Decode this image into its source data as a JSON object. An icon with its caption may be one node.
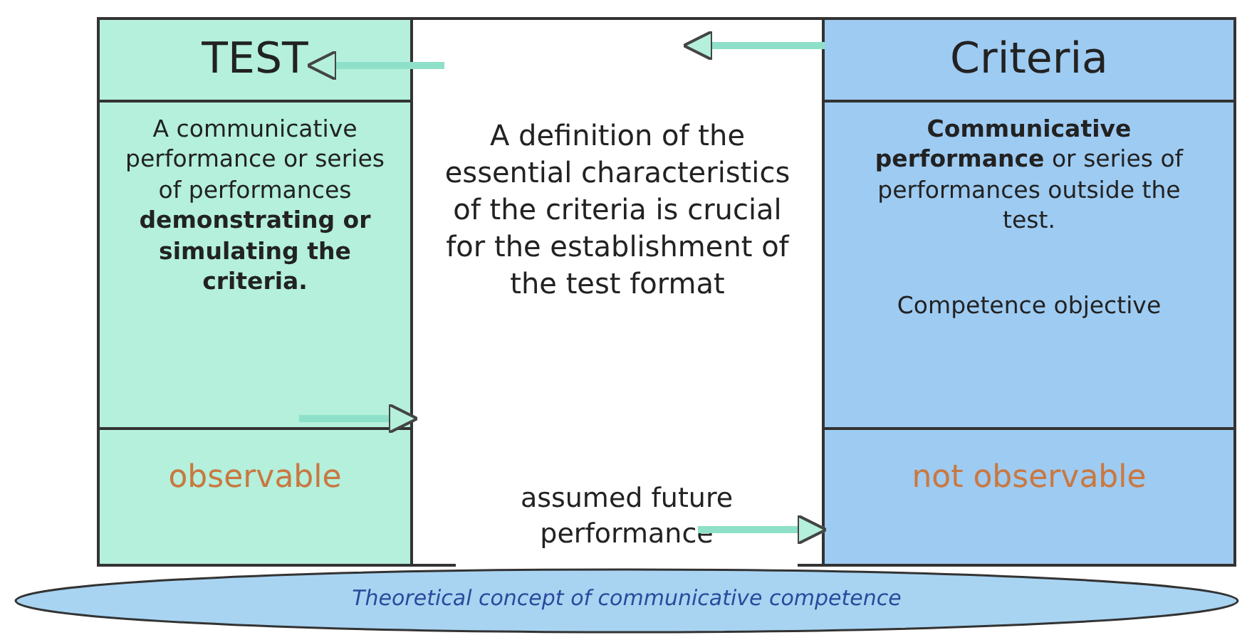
{
  "diagram": {
    "nodes": [
      {
        "text": [
          "Theoretical concept of communicative competence"
        ]
      },
      {
        "text": [
          "TEST"
        ]
      },
      {
        "text": [
          "A communicative performance or series of performances **demonstrating or simulating the criteria.**"
        ]
      },
      {
        "text": [
          "observable"
        ]
      },
      {
        "text": [
          "A definition of the essential characteristics of the criteria is crucial for the establishment of the test format"
        ]
      },
      {
        "text": [
          "assumed future performance"
        ]
      },
      {
        "text": [
          "Criteria"
        ]
      },
      {
        "text": [
          "**Communicative performance** or series of performances outside the test.",
          "Competence objective"
        ]
      },
      {
        "text": [
          "not observable"
        ]
      }
    ],
    "edges": [
      {
        "from": 4,
        "to": 1,
        "arrow": "to"
      },
      {
        "from": 6,
        "to": 4,
        "arrow": "to"
      },
      {
        "from": 2,
        "to": 4,
        "arrow": "to"
      },
      {
        "from": 5,
        "to": 8,
        "arrow": "to"
      }
    ]
  }
}
